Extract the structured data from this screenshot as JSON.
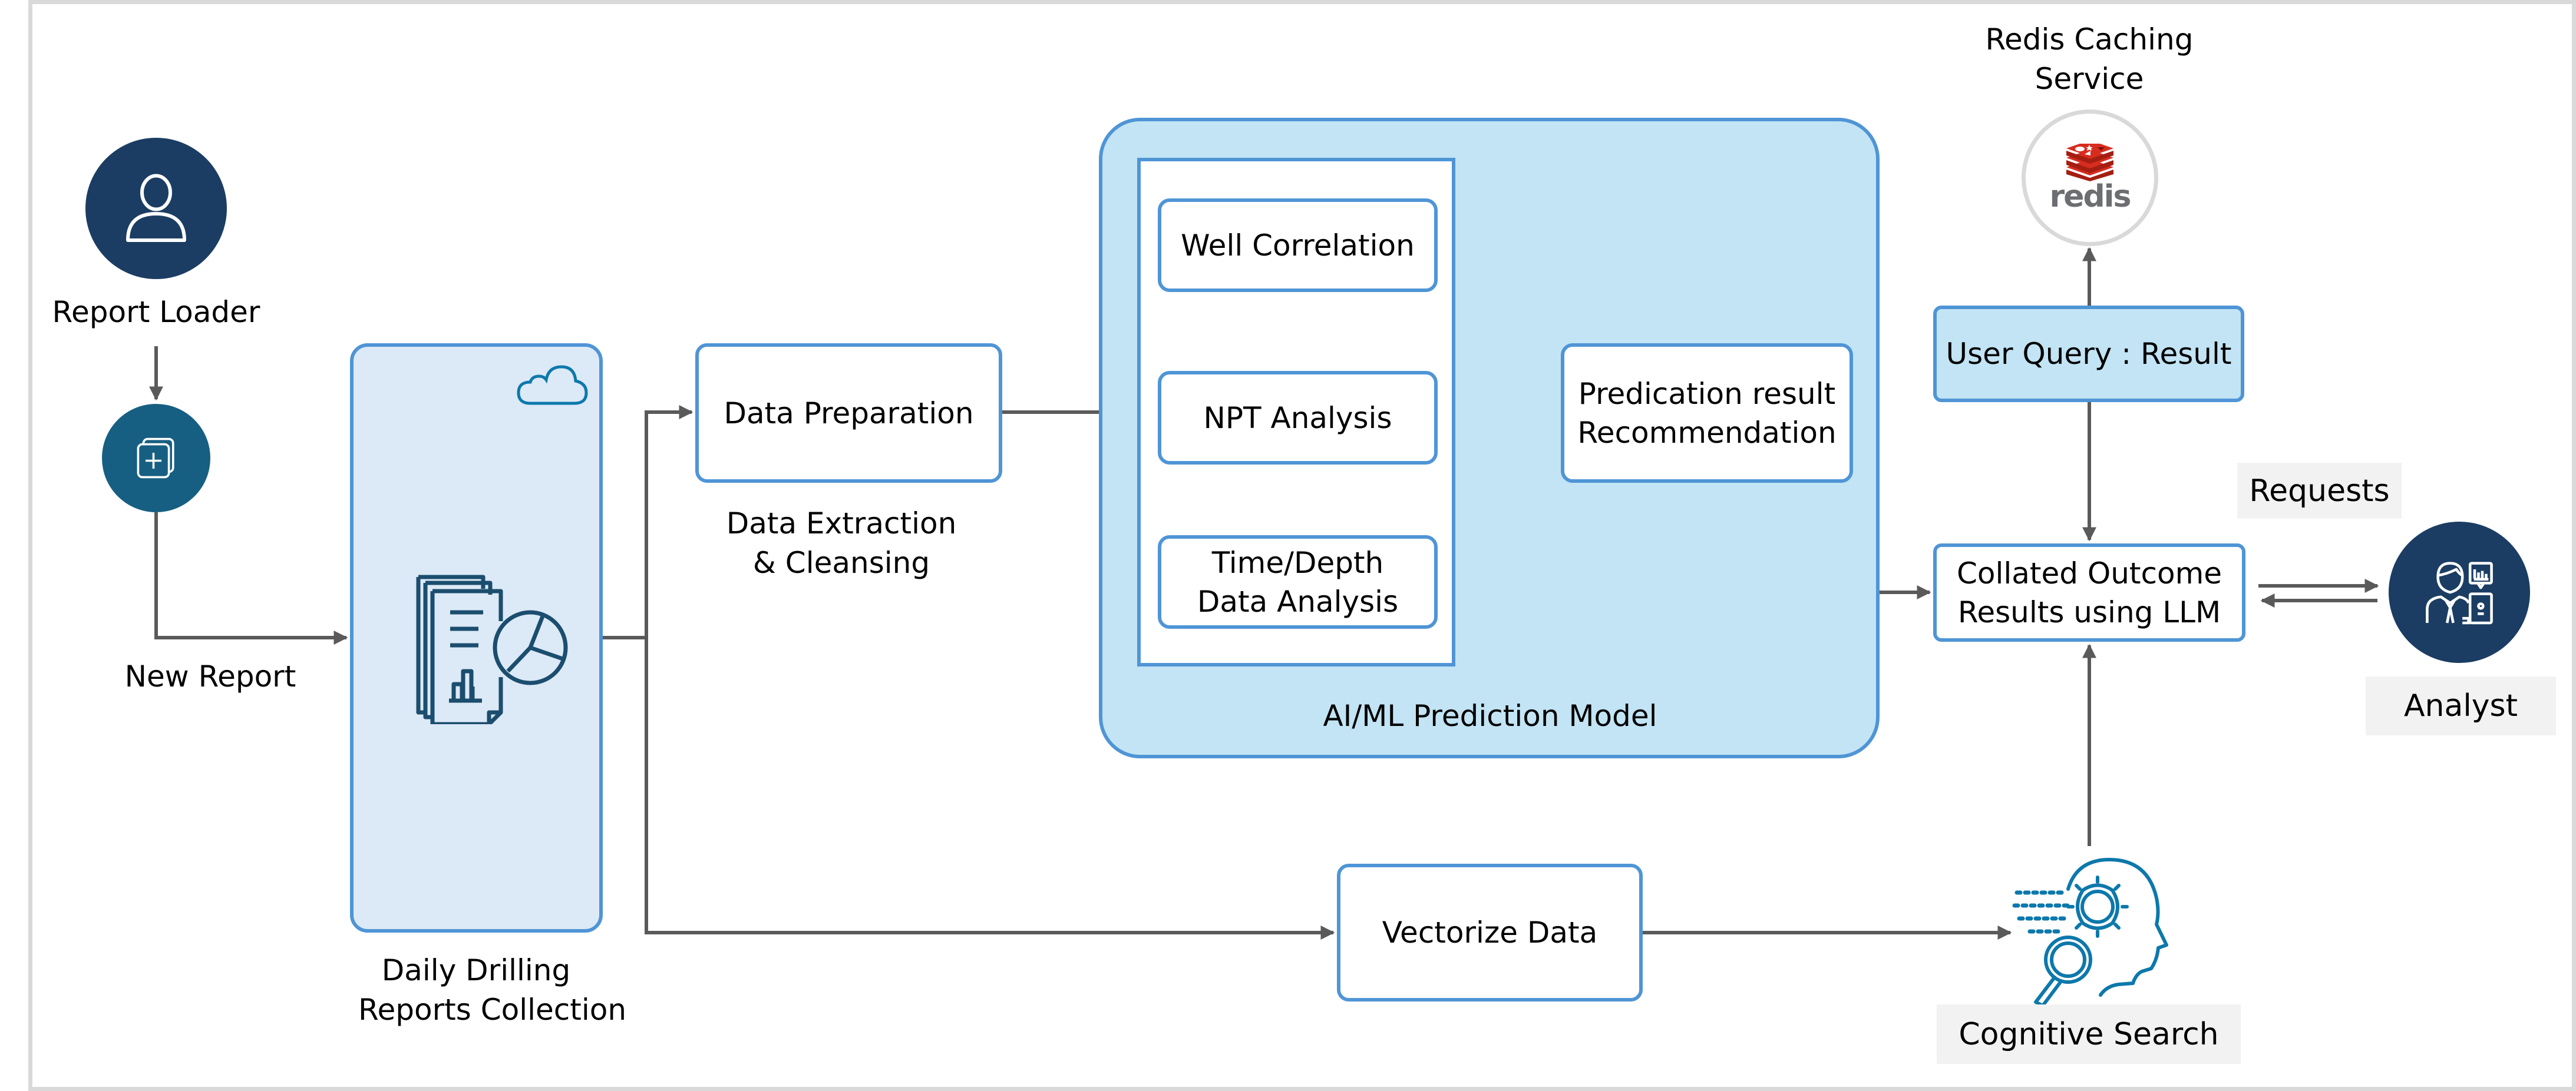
{
  "diagram": {
    "actors": {
      "report_loader": {
        "label": "Report Loader",
        "icon": "user-icon"
      },
      "new_report": {
        "label": "New Report",
        "icon": "add-document-icon"
      },
      "analyst": {
        "label": "Analyst",
        "icon": "analyst-icon"
      }
    },
    "collection": {
      "label_line1": "Daily Drilling",
      "label_line2": "Reports Collection",
      "icons": [
        "cloud-icon",
        "report-documents-icon"
      ]
    },
    "data_preparation": {
      "label": "Data Preparation",
      "caption_line1": "Data Extraction",
      "caption_line2": "& Cleansing"
    },
    "aiml_model": {
      "label": "AI/ML Prediction Model",
      "analyses": [
        {
          "line1": "Well Correlation",
          "line2": ""
        },
        {
          "line1": "NPT Analysis",
          "line2": ""
        },
        {
          "line1": "Time/Depth",
          "line2": "Data Analysis"
        }
      ],
      "result": {
        "line1": "Predication result",
        "line2": "Recommendation"
      }
    },
    "redis": {
      "label_line1": "Redis Caching",
      "label_line2": "Service",
      "logo_text": "redis",
      "icon": "redis-logo-icon"
    },
    "user_query": {
      "label": "User Query : Result"
    },
    "collated": {
      "line1": "Collated Outcome",
      "line2": "Results using LLM"
    },
    "requests": {
      "label": "Requests"
    },
    "vectorize": {
      "label": "Vectorize Data"
    },
    "cognitive_search": {
      "label": "Cognitive Search",
      "icon": "cognitive-search-icon"
    },
    "colors": {
      "box_border": "#4f95d6",
      "box_fill_light": "#c2e4f4",
      "collection_fill": "#dce9f6",
      "navy": "#1b3d63",
      "teal": "#175f82",
      "arrow": "#5a5a5a",
      "icon_blue": "#0d78ab",
      "redis_red": "#d72c20",
      "frame": "#d9d9d9"
    }
  }
}
